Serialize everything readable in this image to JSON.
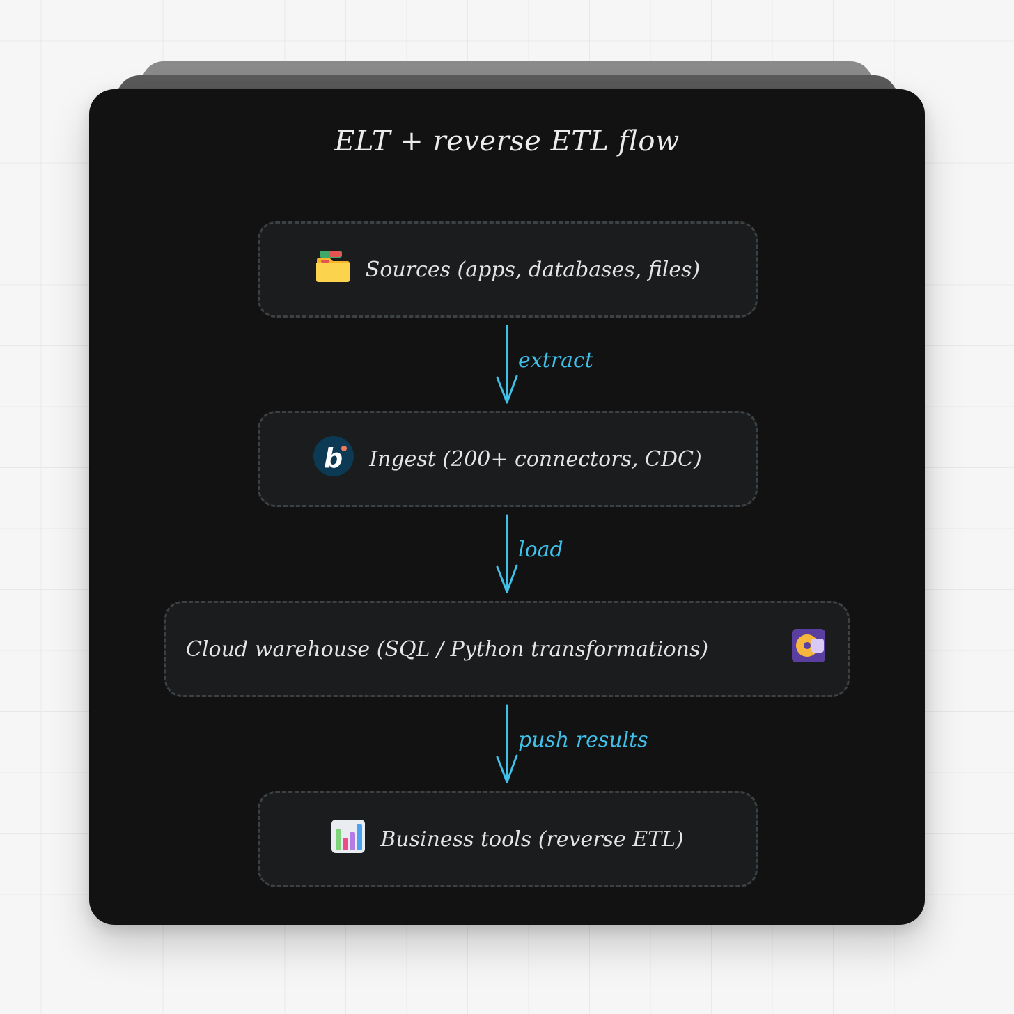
{
  "diagram": {
    "title": "ELT + reverse ETL flow",
    "nodes": [
      {
        "id": "sources",
        "label": "Sources (apps, databases, files)",
        "icon": "folder-icon"
      },
      {
        "id": "ingest",
        "label": "Ingest (200+ connectors, CDC)",
        "icon": "connector-logo-icon"
      },
      {
        "id": "warehouse",
        "label": "Cloud warehouse (SQL / Python transformations)",
        "icon": "warehouse-app-icon"
      },
      {
        "id": "business",
        "label": "Business tools (reverse ETL)",
        "icon": "bar-chart-icon"
      }
    ],
    "edges": [
      {
        "from": "sources",
        "to": "ingest",
        "label": "extract"
      },
      {
        "from": "ingest",
        "to": "warehouse",
        "label": "load"
      },
      {
        "from": "warehouse",
        "to": "business",
        "label": "push results"
      }
    ],
    "colors": {
      "card_background": "#121212",
      "node_background": "#1a1c1d",
      "node_border": "#3d4143",
      "node_text": "#e4e4e4",
      "edge": "#3fc1ea",
      "page_background": "#f6f6f6"
    }
  }
}
